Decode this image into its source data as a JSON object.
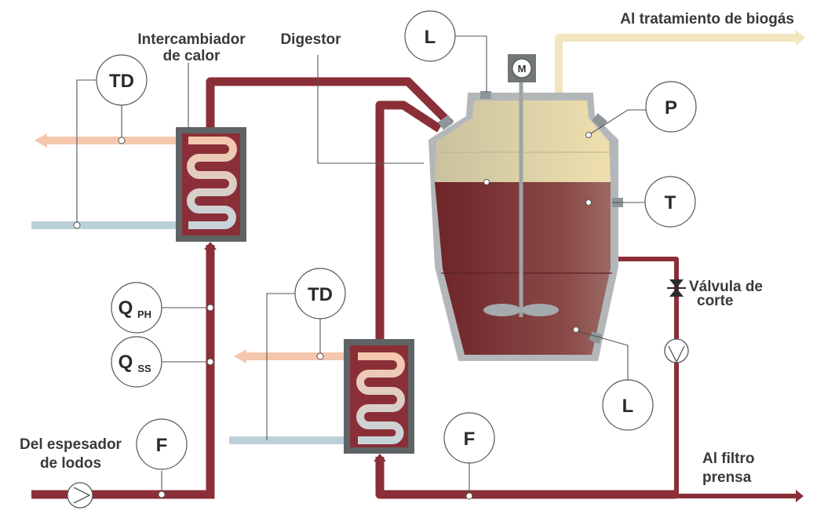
{
  "labels": {
    "heat_exchanger": [
      "Intercambiador",
      "de calor"
    ],
    "digester": "Digestor",
    "biogas": "Al tratamiento de biogás",
    "valve": [
      "Válvula de",
      "corte"
    ],
    "filter_press": [
      "Al filtro",
      "prensa"
    ],
    "thickener": [
      "Del espesador",
      "de lodos"
    ]
  },
  "instruments": {
    "td_top": "TD",
    "td_bottom": "TD",
    "l_top": "L",
    "l_bottom": "L",
    "p": "P",
    "t": "T",
    "f_left": "F",
    "f_right": "F",
    "qph_main": "Q",
    "qph_sub": "PH",
    "qss_main": "Q",
    "qss_sub": "SS",
    "motor": "M"
  },
  "colors": {
    "sludge_pipe": "#8a2f38",
    "hot_line": "#f5c7ad",
    "cold_line": "#bcd0d8",
    "biogas_line": "#f3e5bd",
    "tank_top": "#d8ccaa",
    "tank_body": "#7a2e30",
    "tank_shell": "#b3b7b9",
    "exchanger_shell": "#5e6465"
  }
}
